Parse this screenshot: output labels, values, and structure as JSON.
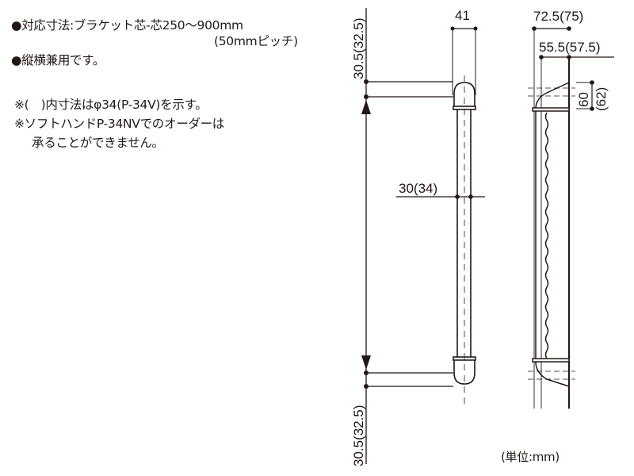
{
  "notes": {
    "line1": "●対応寸法:ブラケット芯-芯250～900mm",
    "line1b": "(50mmピッチ)",
    "line2": "●縦横兼用です。",
    "line3": "※(　)内寸法はφ34(P-34V)を示す。",
    "line4": "※ソフトハンドP-34NVでのオーダーは",
    "line4b": "承ることができません。"
  },
  "dimensions": {
    "top_offset": "30.5(32.5)",
    "bottom_offset": "30.5(32.5)",
    "bracket_width": "41",
    "bar_diameter": "30(34)",
    "total_depth": "72.5(75)",
    "bar_depth": "55.5(57.5)",
    "bracket_height": "60",
    "bracket_height_alt": "(62)"
  },
  "unit_label": "(単位:mm)",
  "colors": {
    "line": "#231815",
    "background": "#ffffff"
  }
}
